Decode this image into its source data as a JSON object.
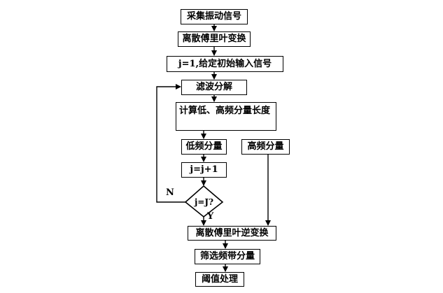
{
  "flowchart": {
    "steps": {
      "acquire": "采集振动信号",
      "dft": "离散傅里叶变换",
      "init": "j=1,给定初始输入信号",
      "filter": "滤波分解",
      "calc_length": "计算低、高频分量长度",
      "low_freq": "低频分量",
      "high_freq": "高频分量",
      "increment": "j=j+1",
      "idft": "离散傅里叶逆变换",
      "select_band": "筛选频带分量",
      "threshold": "阈值处理"
    },
    "decision": {
      "condition": "j=J?",
      "yes_label": "Y",
      "no_label": "N"
    }
  }
}
